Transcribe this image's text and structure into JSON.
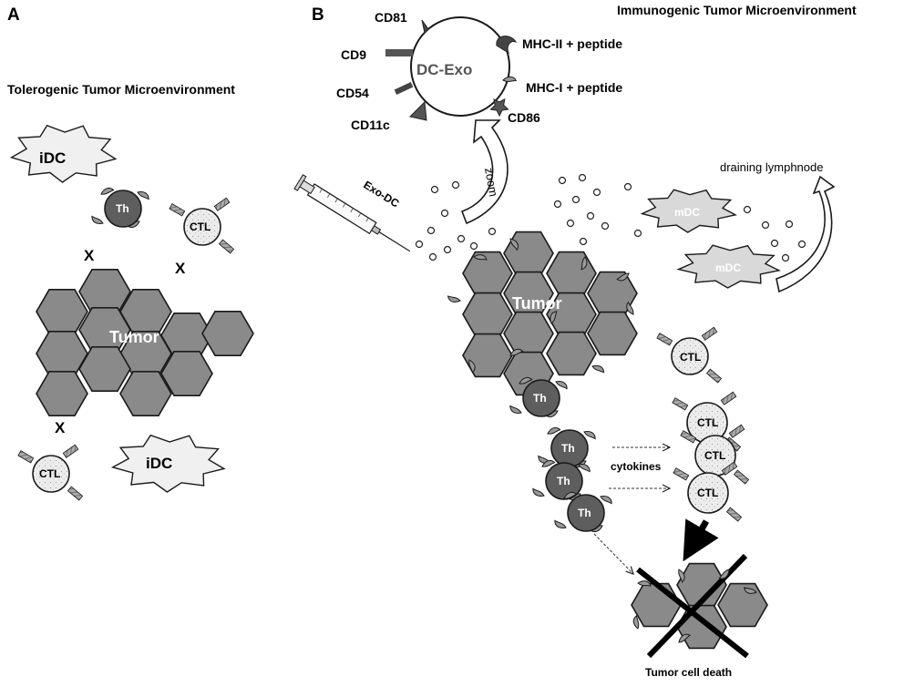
{
  "panels": {
    "a": {
      "letter": "A",
      "title": "Tolerogenic Tumor Microenvironment",
      "tumor": "Tumor",
      "idc_top": "iDC",
      "idc_bottom": "iDC",
      "th": "Th",
      "ctl_top": "CTL",
      "ctl_bottom": "CTL",
      "block_mark": "X"
    },
    "b": {
      "letter": "B",
      "title": "Immunogenic Tumor Microenvironment",
      "exosome": {
        "name": "DC-Exo",
        "markers": {
          "cd81": "CD81",
          "cd9": "CD9",
          "cd54": "CD54",
          "cd11c": "CD11c",
          "mhc2": "MHC-II + peptide",
          "mhc1": "MHC-I + peptide",
          "cd86": "CD86"
        }
      },
      "zoom": "zoom",
      "syringe": "Exo-DC",
      "lymphnode": "draining lymphnode",
      "mdc": "mDC",
      "tumor": "Tumor",
      "th": "Th",
      "ctl": "CTL",
      "cytokines": "cytokines",
      "death": "Tumor cell death"
    }
  },
  "colors": {
    "cell_fill": "#8a8a8a",
    "th_fill": "#5e5e5e",
    "ctl_fill": "#ebebeb",
    "dc_fill": "#f0f0f0",
    "mdc_fill": "#d9d9d9",
    "outline": "#1a1a1a"
  }
}
